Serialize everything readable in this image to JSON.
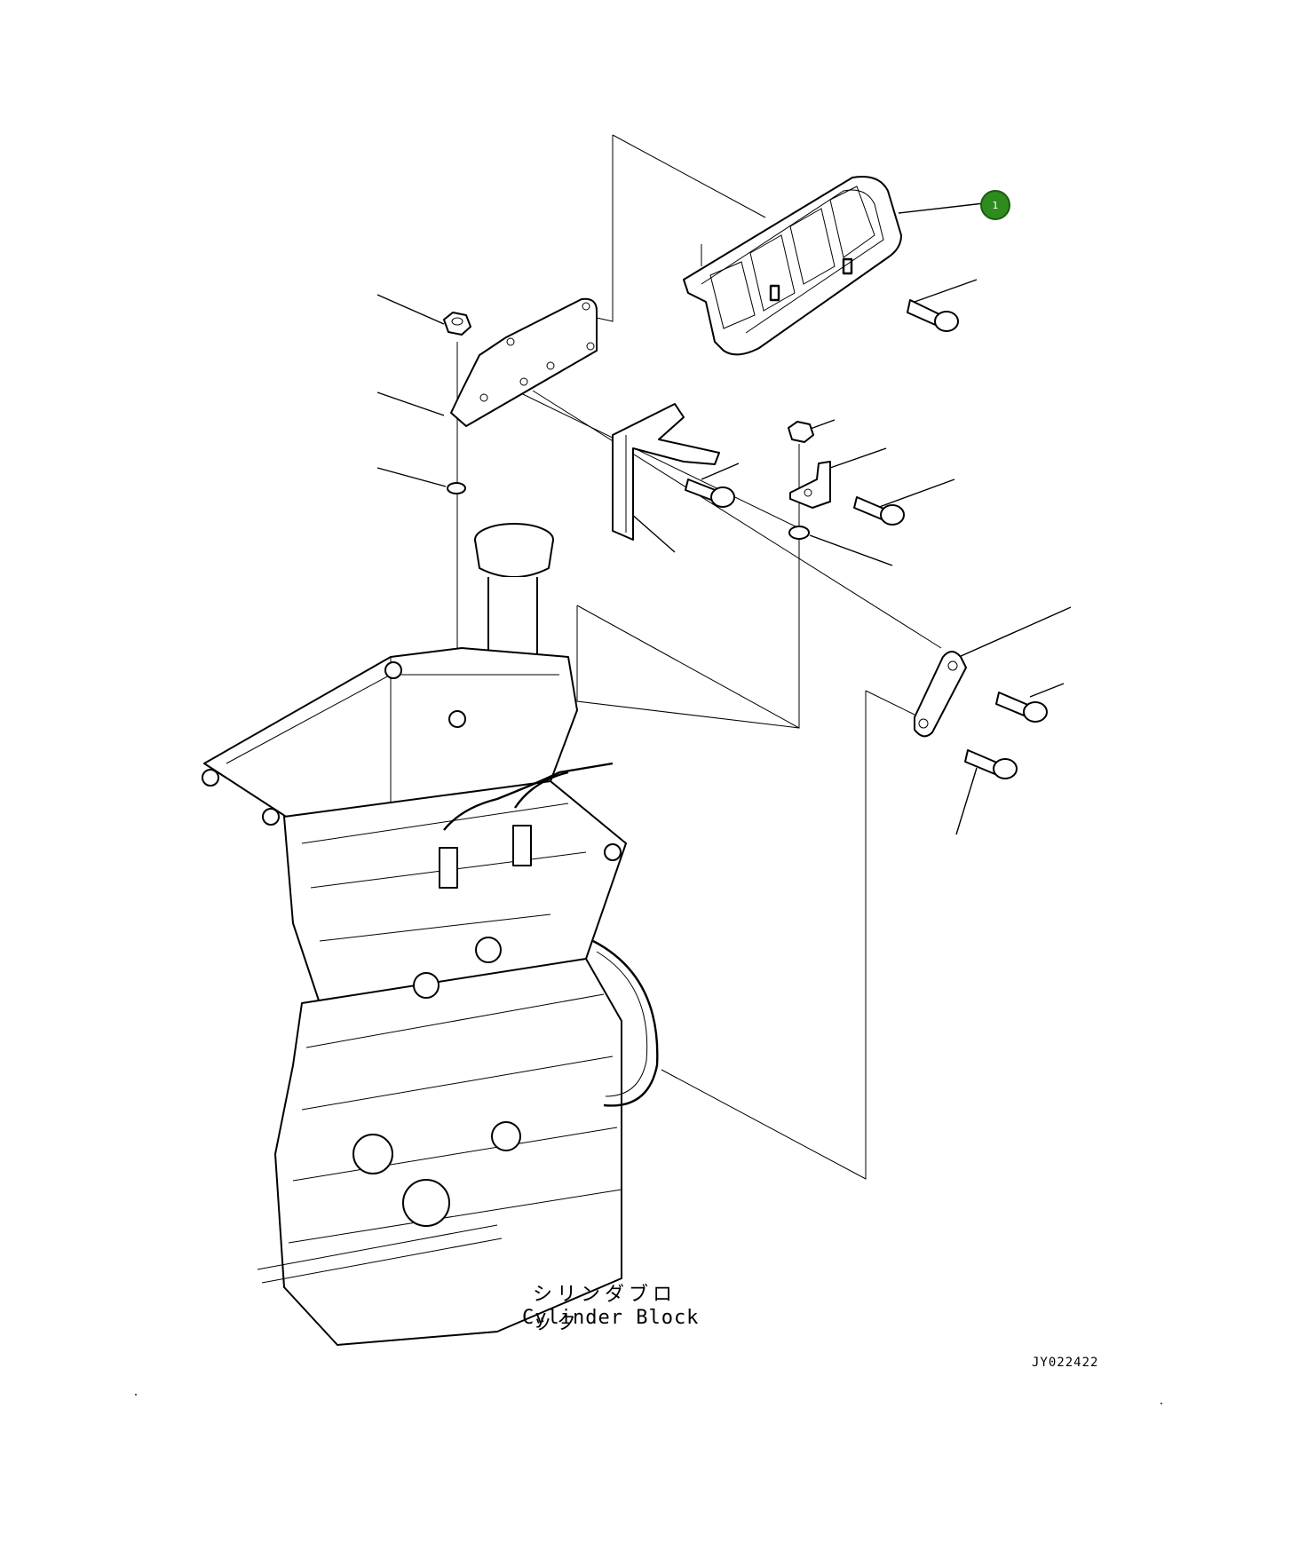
{
  "callout": {
    "number": "1"
  },
  "labels": {
    "cylinder_block_jp": "シリンダブロック",
    "cylinder_block_en": "Cylinder Block",
    "drawing_number": "JY022422"
  },
  "colors": {
    "callout_fill": "#2e8b1e",
    "line": "#000000",
    "background": "#ffffff"
  }
}
